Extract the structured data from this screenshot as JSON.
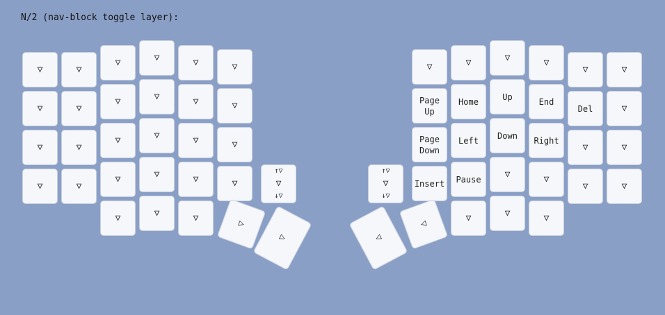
{
  "title": "N/2 (nav-block toggle layer):",
  "glyphs": {
    "trans": "▽",
    "right": "▷",
    "left": "◁",
    "up_trans": "↑▽",
    "down_trans": "↓▽"
  },
  "keys": {
    "page_up": "Page\nUp",
    "home": "Home",
    "up": "Up",
    "end": "End",
    "del": "Del",
    "page_down": "Page\nDown",
    "left": "Left",
    "down": "Down",
    "right": "Right",
    "insert": "Insert",
    "pause": "Pause"
  }
}
